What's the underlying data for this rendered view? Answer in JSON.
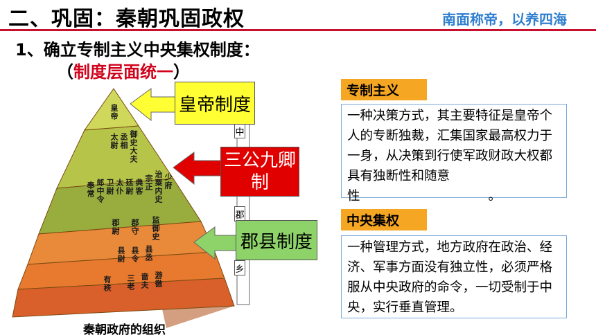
{
  "header": {
    "title": "二、巩固：秦朝巩固政权",
    "slogan": "南面称帝，以养四海"
  },
  "section": {
    "heading": "1、确立专制主义中央集权制度：",
    "sub_open": "（",
    "sub_red": "制度层面统一",
    "sub_close": "）"
  },
  "pyramid": {
    "caption": "秦朝政府的组织",
    "tier_texts": [
      "皇帝",
      "太尉",
      "丞相",
      "御史大夫",
      "奉常",
      "郎中令",
      "卫尉",
      "太仆",
      "廷尉",
      "典客",
      "宗正",
      "治粟内史",
      "少府",
      "郡尉",
      "郡守",
      "监御史",
      "县尉",
      "县令",
      "县丞",
      "有秩",
      "三老",
      "啬夫",
      "游徼"
    ],
    "side_labels": [
      "中",
      "郡",
      "乡"
    ],
    "callouts": {
      "emperor": "皇帝制度",
      "ministers_line1": "三公九卿",
      "ministers_line2": "制",
      "county": "郡县制度"
    },
    "colors": {
      "tier1": "#cfd85a",
      "tier2": "#b7c44a",
      "tier3": "#98ad3e",
      "tier4": "#e9893a",
      "tier5": "#e77a2e",
      "tier6": "#d9602a"
    }
  },
  "concepts": [
    {
      "tag": "专制主义",
      "text": "一种决策方式，其主要特征是皇帝个人的专断独裁，汇集国家最高权力于一身，从决策到行使军政财政大权都具有独断性和随意性　　　　　　　　　　。"
    },
    {
      "tag": "中央集权",
      "text": "一种管理方式，地方政府在政治、经济、军事方面没有独立性，必须严格服从中央政府的命令，一切受制于中央，实行垂直管理。"
    }
  ]
}
